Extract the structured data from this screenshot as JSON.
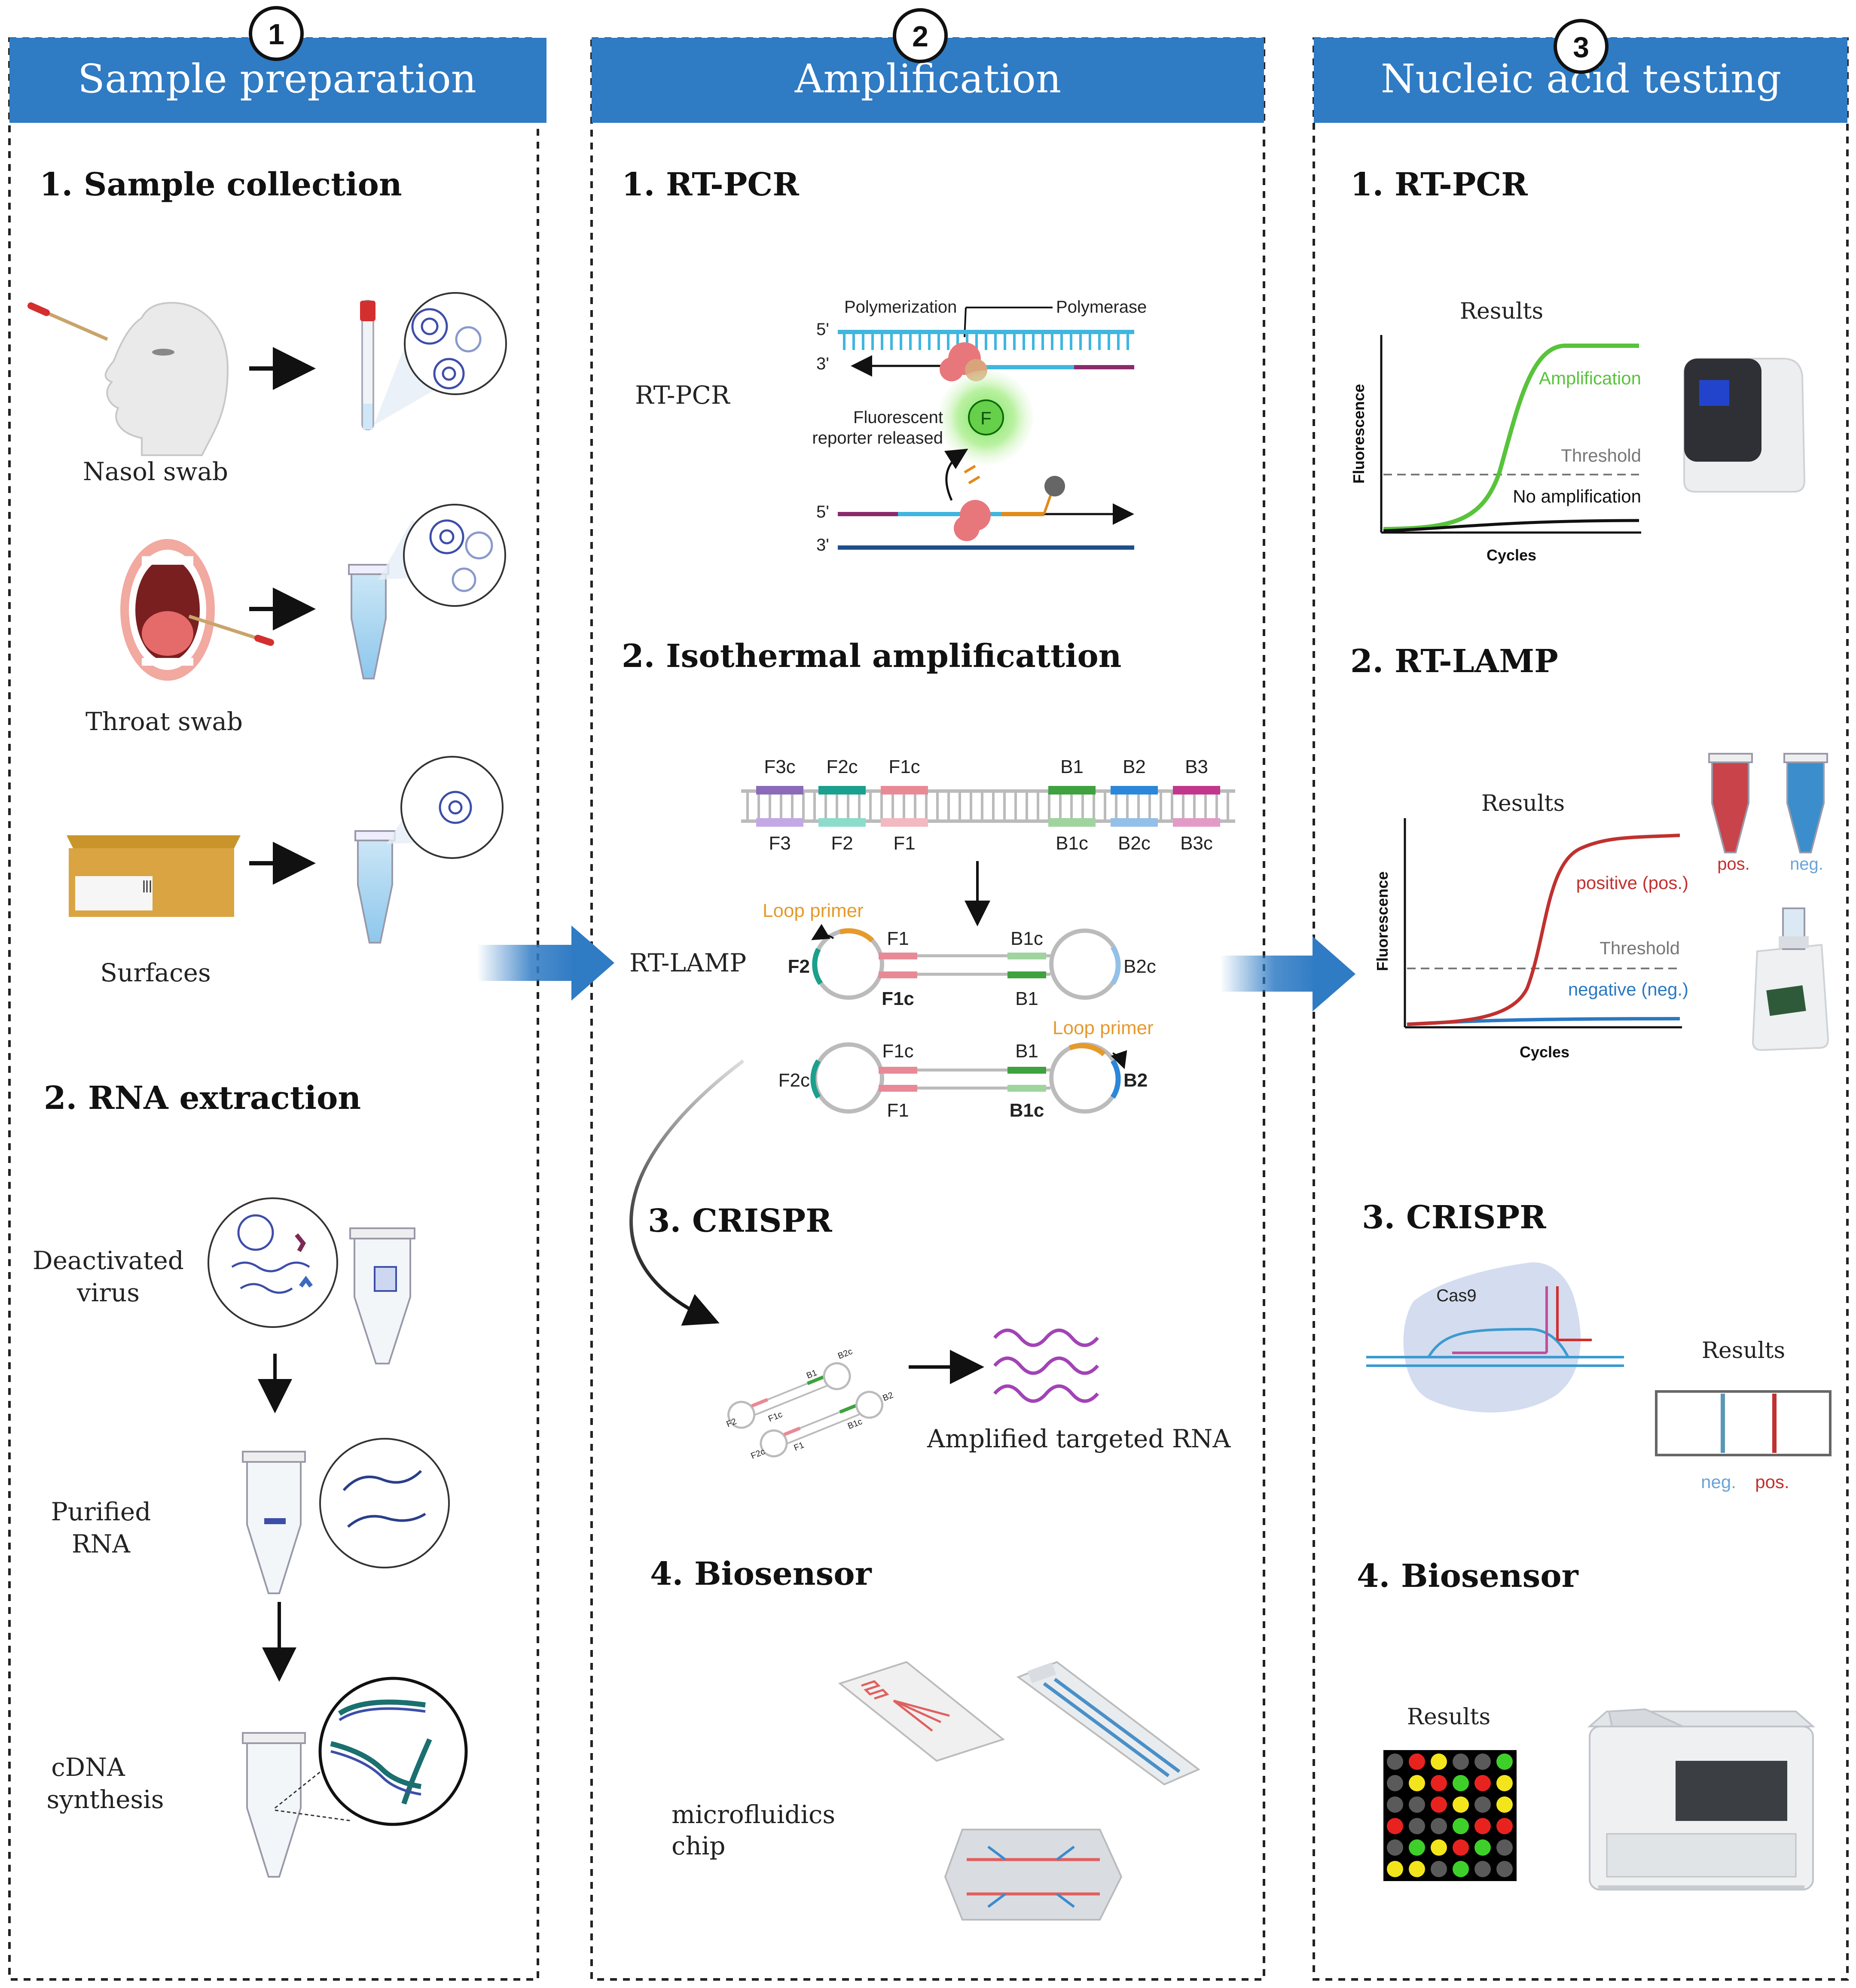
{
  "colors": {
    "header_blue": "#2f7bc4",
    "green_curve": "#58c33b",
    "red_curve": "#c0312f",
    "blue_curve": "#2b78c2",
    "dna_cyan": "#3fb6e0",
    "dna_navy": "#1e4f8a",
    "dna_purple": "#8b2a6b",
    "dna_orange": "#e08b1b",
    "polymerase": "#e8777c",
    "virus_blue": "#3d4ea8",
    "primer_orange": "#e59a2c"
  },
  "panels": [
    {
      "number": "1",
      "title": "Sample preparation",
      "sections": {
        "collection": "1. Sample collection",
        "extraction": "2. RNA extraction"
      },
      "labels": {
        "nasal": "Nasol swab",
        "throat": "Throat swab",
        "surfaces": "Surfaces",
        "deactivated_1": "Deactivated",
        "deactivated_2": "virus",
        "purified_1": "Purified",
        "purified_2": "RNA",
        "cdna_1": "cDNA",
        "cdna_2": "synthesis"
      },
      "icons": [
        "person-profile-icon",
        "swab-icon",
        "virus-icon",
        "mouth-icon",
        "box-icon",
        "tube-icon",
        "microcentrifuge-tube-icon"
      ]
    },
    {
      "number": "2",
      "title": "Amplification",
      "sections": {
        "rtpcr": "1. RT-PCR",
        "isothermal": "2. Isothermal  amplificattion",
        "crispr": "3. CRISPR",
        "biosensor": "4. Biosensor"
      },
      "labels": {
        "rtpcr_side": "RT-PCR",
        "polymerization": "Polymerization",
        "polymerase": "Polymerase",
        "five_prime": "5'",
        "three_prime": "3'",
        "fluorescent_1": "Fluorescent",
        "fluorescent_2": "reporter released",
        "f_marker": "F",
        "rtlamp_side": "RT-LAMP",
        "loop_primer": "Loop primer",
        "amplified": "Amplified targeted RNA",
        "microfluidics_1": "microfluidics",
        "microfluidics_2": "chip"
      },
      "lamp_top": [
        "F3c",
        "F2c",
        "F1c",
        "B1",
        "B2",
        "B3"
      ],
      "lamp_bottom": [
        "F3",
        "F2",
        "F1",
        "B1c",
        "B2c",
        "B3c"
      ],
      "lamp_loop1": {
        "left": "F2",
        "f_top": "F1",
        "f_bot": "F1c",
        "b_top": "B1c",
        "b_bot": "B1",
        "right": "B2c"
      },
      "lamp_loop2": {
        "left": "F2c",
        "f_top": "F1c",
        "f_bot": "F1",
        "b_top": "B1",
        "b_bot": "B1c",
        "right": "B2"
      },
      "crispr_mini": {
        "b2c": "B2c",
        "f1c": "F1c",
        "b1": "B1",
        "f2": "F2",
        "b2": "B2",
        "b1c": "B1c",
        "f2c": "F2c",
        "f1": "F1"
      }
    },
    {
      "number": "3",
      "title": "Nucleic acid testing",
      "sections": {
        "rtpcr": "1. RT-PCR",
        "rtlamp": "2. RT-LAMP",
        "crispr": "3. CRISPR",
        "biosensor": "4. Biosensor"
      },
      "labels": {
        "results": "Results",
        "fluorescence": "Fluorescence",
        "cycles": "Cycles",
        "amplification": "Amplification",
        "threshold": "Threshold",
        "no_amplification": "No amplification",
        "positive": "positive (pos.)",
        "negative": "negative (neg.)",
        "pos": "pos.",
        "neg": "neg.",
        "cas9": "Cas9"
      }
    }
  ],
  "chart_data": [
    {
      "type": "line",
      "title": "Results",
      "xlabel": "Cycles",
      "ylabel": "Fluorescence",
      "series": [
        {
          "name": "Amplification",
          "shape": "sigmoid",
          "color": "#58c33b"
        },
        {
          "name": "No amplification",
          "shape": "flat",
          "color": "#111111"
        },
        {
          "name": "Threshold",
          "shape": "dashed-horizontal",
          "color": "#777777"
        }
      ]
    },
    {
      "type": "line",
      "title": "Results",
      "xlabel": "Cycles",
      "ylabel": "Fluorescence",
      "series": [
        {
          "name": "positive (pos.)",
          "shape": "sigmoid",
          "color": "#c0312f"
        },
        {
          "name": "negative (neg.)",
          "shape": "flat",
          "color": "#2b78c2"
        },
        {
          "name": "Threshold",
          "shape": "dashed-horizontal",
          "color": "#777777"
        }
      ]
    }
  ],
  "biosensor_grid": {
    "rows": [
      [
        "gray",
        "red",
        "yellow",
        "gray",
        "gray",
        "green"
      ],
      [
        "gray",
        "yellow",
        "red",
        "green",
        "red",
        "yellow"
      ],
      [
        "gray",
        "gray",
        "red",
        "yellow",
        "gray",
        "yellow"
      ],
      [
        "red",
        "gray",
        "gray",
        "green",
        "red",
        "red"
      ],
      [
        "gray",
        "green",
        "yellow",
        "red",
        "green",
        "gray"
      ],
      [
        "yellow",
        "yellow",
        "gray",
        "green",
        "gray",
        "gray"
      ]
    ],
    "palette": {
      "gray": "#5a5a5a",
      "red": "#e8231f",
      "yellow": "#f3e51c",
      "green": "#3fcf2a"
    }
  }
}
